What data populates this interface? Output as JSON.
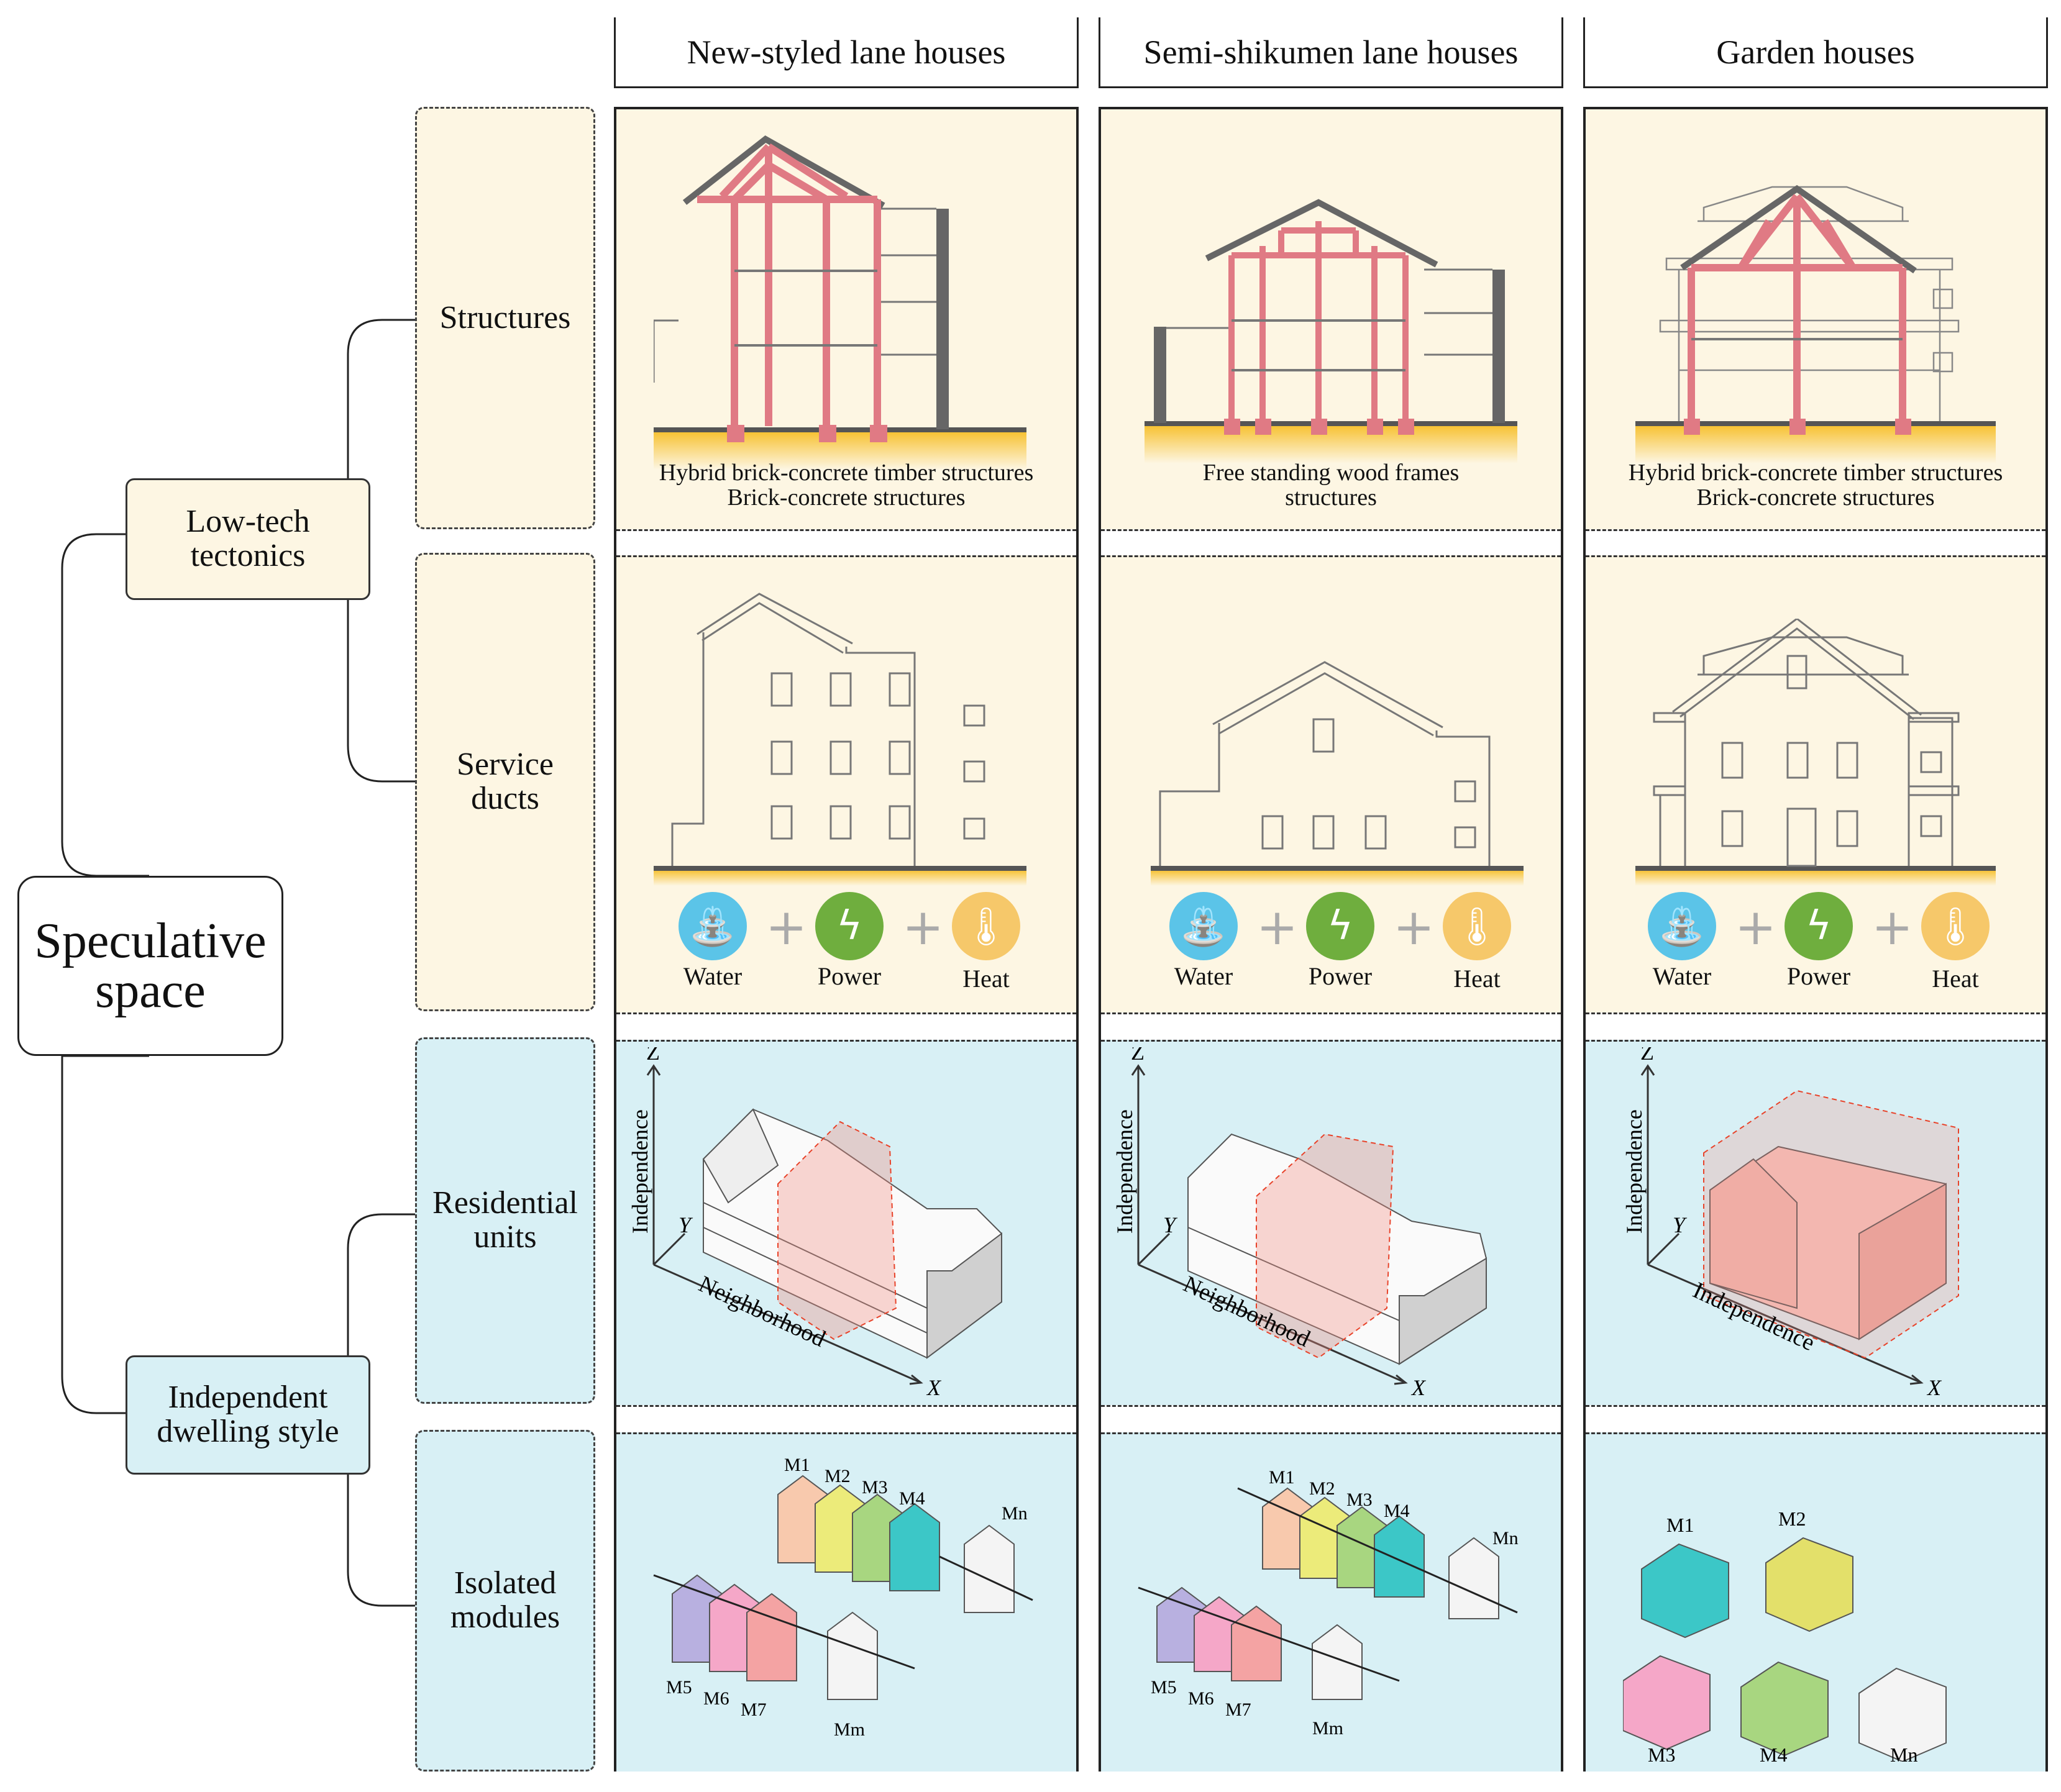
{
  "root_label": "Speculative\nspace",
  "categories": {
    "lowtech": "Low-tech\ntectonics",
    "independent": "Independent\ndwelling style"
  },
  "rows": {
    "structures": "Structures",
    "ducts": "Service\nducts",
    "residential": "Residential\nunits",
    "modules": "Isolated\nmodules"
  },
  "columns": [
    {
      "title": "New-styled lane houses",
      "structure_caption": "Hybrid brick-concrete timber structures\nBrick-concrete structures",
      "axis_x": "Neighborhood",
      "axis_z": "Independence",
      "modules_top": [
        "M1",
        "M2",
        "M3",
        "M4",
        "Mn"
      ],
      "modules_bottom": [
        "M5",
        "M6",
        "M7",
        "Mm"
      ]
    },
    {
      "title": "Semi-shikumen lane houses",
      "structure_caption": "Free standing wood frames\nstructures",
      "axis_x": "Neighborhood",
      "axis_z": "Independence",
      "modules_top": [
        "M1",
        "M2",
        "M3",
        "M4",
        "Mn"
      ],
      "modules_bottom": [
        "M5",
        "M6",
        "M7",
        "Mm"
      ]
    },
    {
      "title": "Garden houses",
      "structure_caption": "Hybrid brick-concrete timber structures\nBrick-concrete structures",
      "axis_x": "Independence",
      "axis_z": "Independence",
      "modules": [
        "M1",
        "M2",
        "M3",
        "M4",
        "Mn"
      ]
    }
  ],
  "services": [
    {
      "label": "Water",
      "icon": "faucet-icon",
      "color": "#5bc4e8"
    },
    {
      "label": "Power",
      "icon": "lightning-icon",
      "color": "#6fae3e"
    },
    {
      "label": "Heat",
      "icon": "thermometer-icon",
      "color": "#f6c86a"
    }
  ],
  "axis_letters": {
    "x": "X",
    "y": "Y",
    "z": "Z"
  },
  "colors": {
    "panel_yellow": "#fdf6e3",
    "panel_blue": "#d8f0f5",
    "timber_frame": "#e07a84",
    "unit_highlight": "#e8432a",
    "ground": "#f7c234"
  }
}
